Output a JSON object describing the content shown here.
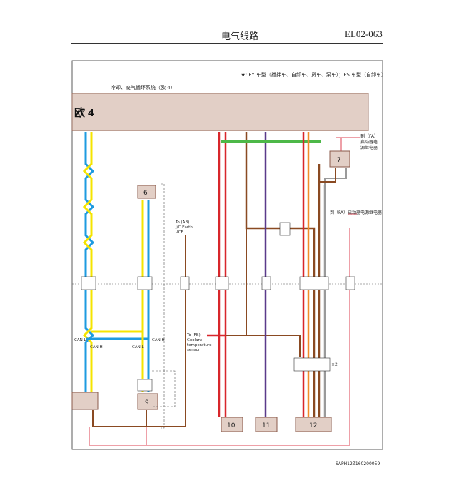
{
  "header": {
    "title": "电气线路",
    "page": "EL02-063"
  },
  "legend_note": "★: FY 车型（搅拌车、自卸车、货车、泵车）；FS 车型（自卸车）",
  "system_title": "冷却、废气循环系统（欧 4）",
  "euro_label": "欧 4",
  "components": {
    "c6": "6",
    "c7": "7",
    "c9": "9",
    "c10": "10",
    "c11": "11",
    "c12": "12"
  },
  "notes": {
    "fa_1": "到（FA）",
    "fa_2": "启动器电",
    "fa_3": "源继电器",
    "fa_4": "到（FA）启动器电源继电器",
    "to_ab_1": "To (AB)",
    "to_ab_2": "J/C Earth",
    "to_ab_3": "-ICE",
    "to_fb_1": "To (FB)",
    "to_fb_2": "Coolant",
    "to_fb_3": "temperature",
    "to_fb_4": "sensor",
    "can_l": "CAN L",
    "can_h": "CAN H",
    "can_l2": "CAN L",
    "can_h2": "CAN H",
    "x2": "×2"
  },
  "wire_colors": {
    "yellow": "#f5e400",
    "blue": "#1e9be0",
    "red": "#d8262b",
    "brown": "#8a4a22",
    "pink": "#eea0a8",
    "green": "#4db848",
    "orange": "#f28c28",
    "gray": "#9a9a9a",
    "purple": "#5a3a8a",
    "box": "#e2cfc6",
    "box_border": "#8a5a4a"
  },
  "footer_code": "SAPH12Z160200059"
}
